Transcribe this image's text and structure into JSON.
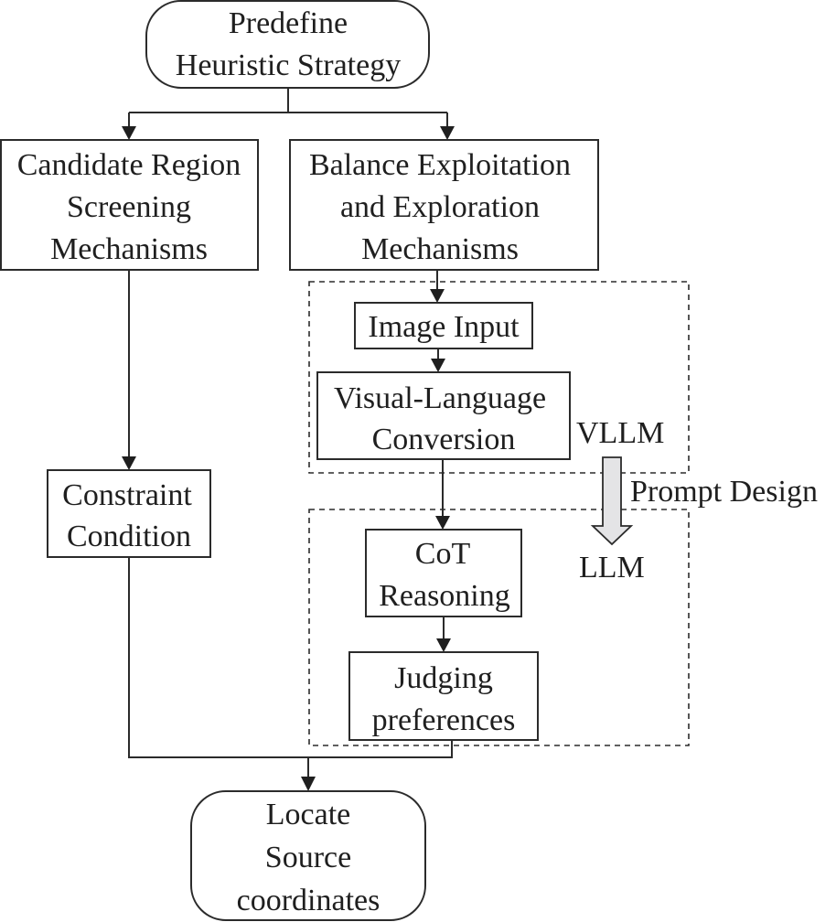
{
  "diagram": {
    "nodes": {
      "predefine": {
        "lines": [
          "Predefine",
          "Heuristic Strategy"
        ],
        "shape": "rounded"
      },
      "candidate": {
        "lines": [
          "Candidate Region",
          "Screening",
          "Mechanisms"
        ],
        "shape": "rect"
      },
      "balance": {
        "lines": [
          "Balance Exploitation",
          "and Exploration",
          "Mechanisms"
        ],
        "shape": "rect"
      },
      "image_input": {
        "lines": [
          "Image Input"
        ],
        "shape": "rect"
      },
      "visual_language": {
        "lines": [
          "Visual-Language",
          "Conversion"
        ],
        "shape": "rect"
      },
      "constraint": {
        "lines": [
          "Constraint",
          "Condition"
        ],
        "shape": "rect"
      },
      "cot": {
        "lines": [
          "CoT",
          "Reasoning"
        ],
        "shape": "rect"
      },
      "judging": {
        "lines": [
          "Judging",
          "preferences"
        ],
        "shape": "rect"
      },
      "locate": {
        "lines": [
          "Locate",
          "Source",
          "coordinates"
        ],
        "shape": "rounded"
      }
    },
    "groups": {
      "vllm": {
        "label": "VLLM"
      },
      "llm": {
        "label": "LLM"
      }
    },
    "transition": {
      "label": "Prompt Design",
      "from": "VLLM",
      "to": "LLM"
    },
    "edges": [
      {
        "from": "predefine",
        "to": "candidate"
      },
      {
        "from": "predefine",
        "to": "balance"
      },
      {
        "from": "balance",
        "to": "image_input"
      },
      {
        "from": "image_input",
        "to": "visual_language"
      },
      {
        "from": "visual_language",
        "to": "cot"
      },
      {
        "from": "cot",
        "to": "judging"
      },
      {
        "from": "candidate",
        "to": "constraint"
      },
      {
        "from": "constraint",
        "to": "locate"
      },
      {
        "from": "judging",
        "to": "locate"
      }
    ]
  }
}
